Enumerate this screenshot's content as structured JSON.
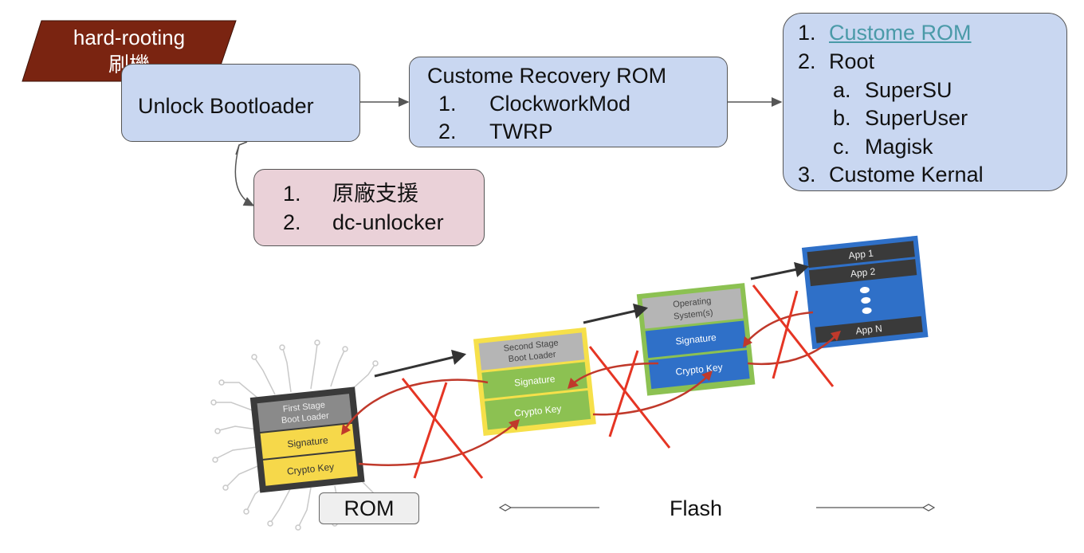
{
  "tag": {
    "line1": "hard-rooting",
    "line2": "刷機",
    "color": "#7a2411"
  },
  "unlock": {
    "label": "Unlock Bootloader"
  },
  "unlock_methods": {
    "items": [
      {
        "num": "1.",
        "text": "原廠支援"
      },
      {
        "num": "2.",
        "text": "dc-unlocker"
      }
    ]
  },
  "recovery": {
    "title": "Custome Recovery ROM",
    "items": [
      {
        "num": "1.",
        "text": "ClockworkMod"
      },
      {
        "num": "2.",
        "text": "TWRP"
      }
    ]
  },
  "outcomes": {
    "item1": {
      "num": "1.",
      "text": "Custome ROM"
    },
    "item2": {
      "num": "2.",
      "text": "Root"
    },
    "sub": [
      {
        "num": "a.",
        "text": "SuperSU"
      },
      {
        "num": "b.",
        "text": "SuperUser"
      },
      {
        "num": "c.",
        "text": "Magisk"
      }
    ],
    "item3": {
      "num": "3.",
      "text": "Custome Kernal"
    }
  },
  "boot_chain": {
    "stage1": {
      "title1": "First Stage",
      "title2": "Boot Loader",
      "sig": "Signature",
      "key": "Crypto Key",
      "color": "#f6d84a"
    },
    "stage2": {
      "title1": "Second Stage",
      "title2": "Boot Loader",
      "sig": "Signature",
      "key": "Crypto Key",
      "color": "#8cc152"
    },
    "stage3": {
      "title1": "Operating",
      "title2": "System(s)",
      "sig": "Signature",
      "key": "Crypto Key",
      "color": "#2f70c8"
    },
    "apps": {
      "a1": "App 1",
      "a2": "App 2",
      "an": "App N",
      "color": "#2f70c8"
    }
  },
  "footer": {
    "rom": "ROM",
    "flash": "Flash"
  }
}
